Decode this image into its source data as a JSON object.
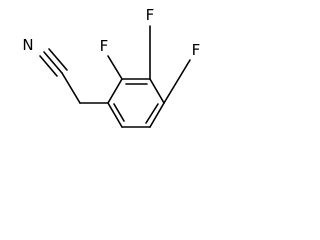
{
  "molecule": {
    "atoms": {
      "n": "N",
      "f2": "F",
      "f3": "F",
      "f4": "F"
    },
    "bond_color": "#000000",
    "label_color": "#000000",
    "background": "#ffffff"
  }
}
